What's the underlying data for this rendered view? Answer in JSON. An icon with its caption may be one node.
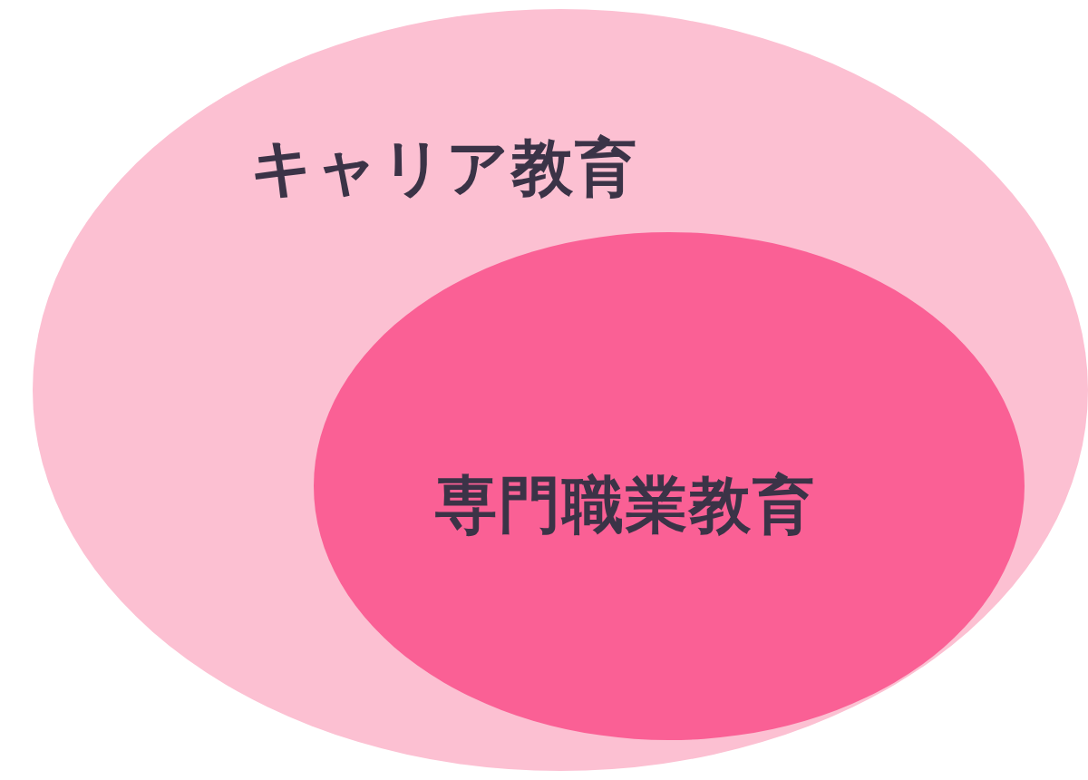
{
  "diagram": {
    "nodes": [
      {
        "text": [
          "キャリア教育"
        ]
      },
      {
        "text": [
          "専門職業教育"
        ],
        "in": 0
      }
    ]
  }
}
